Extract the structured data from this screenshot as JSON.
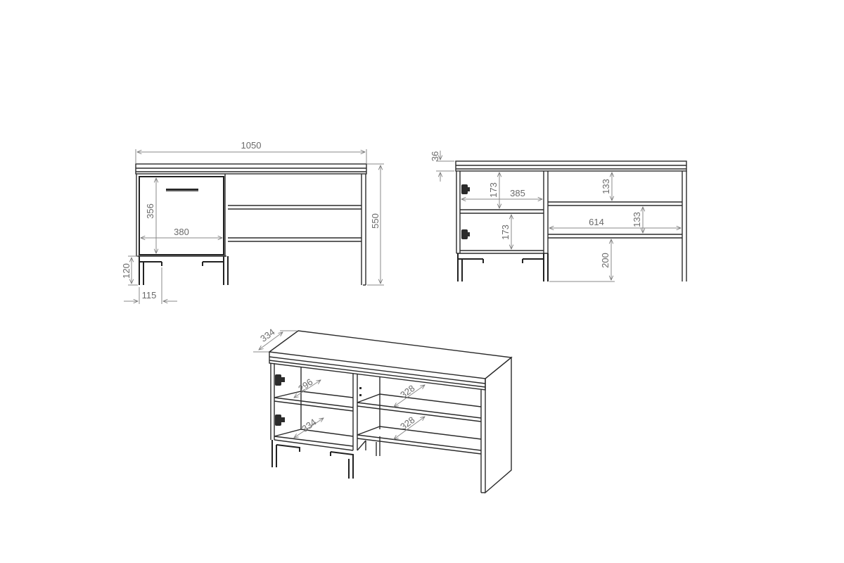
{
  "front_view": {
    "width": "1050",
    "height": "550",
    "drawer_height": "356",
    "drawer_width": "380",
    "leg_height": "120",
    "leg_offset": "115"
  },
  "open_view": {
    "top_thickness": "36",
    "left_compartment_height_upper": "173",
    "left_compartment_height_lower": "173",
    "left_compartment_width": "385",
    "right_shelf_height_upper": "133",
    "right_shelf_height_lower": "133",
    "right_compartment_width": "614",
    "floor_clearance": "200"
  },
  "iso_view": {
    "depth": "334",
    "left_shelf_depth_upper": "296",
    "left_shelf_depth_lower": "334",
    "right_shelf_depth_upper": "328",
    "right_shelf_depth_lower": "328"
  }
}
